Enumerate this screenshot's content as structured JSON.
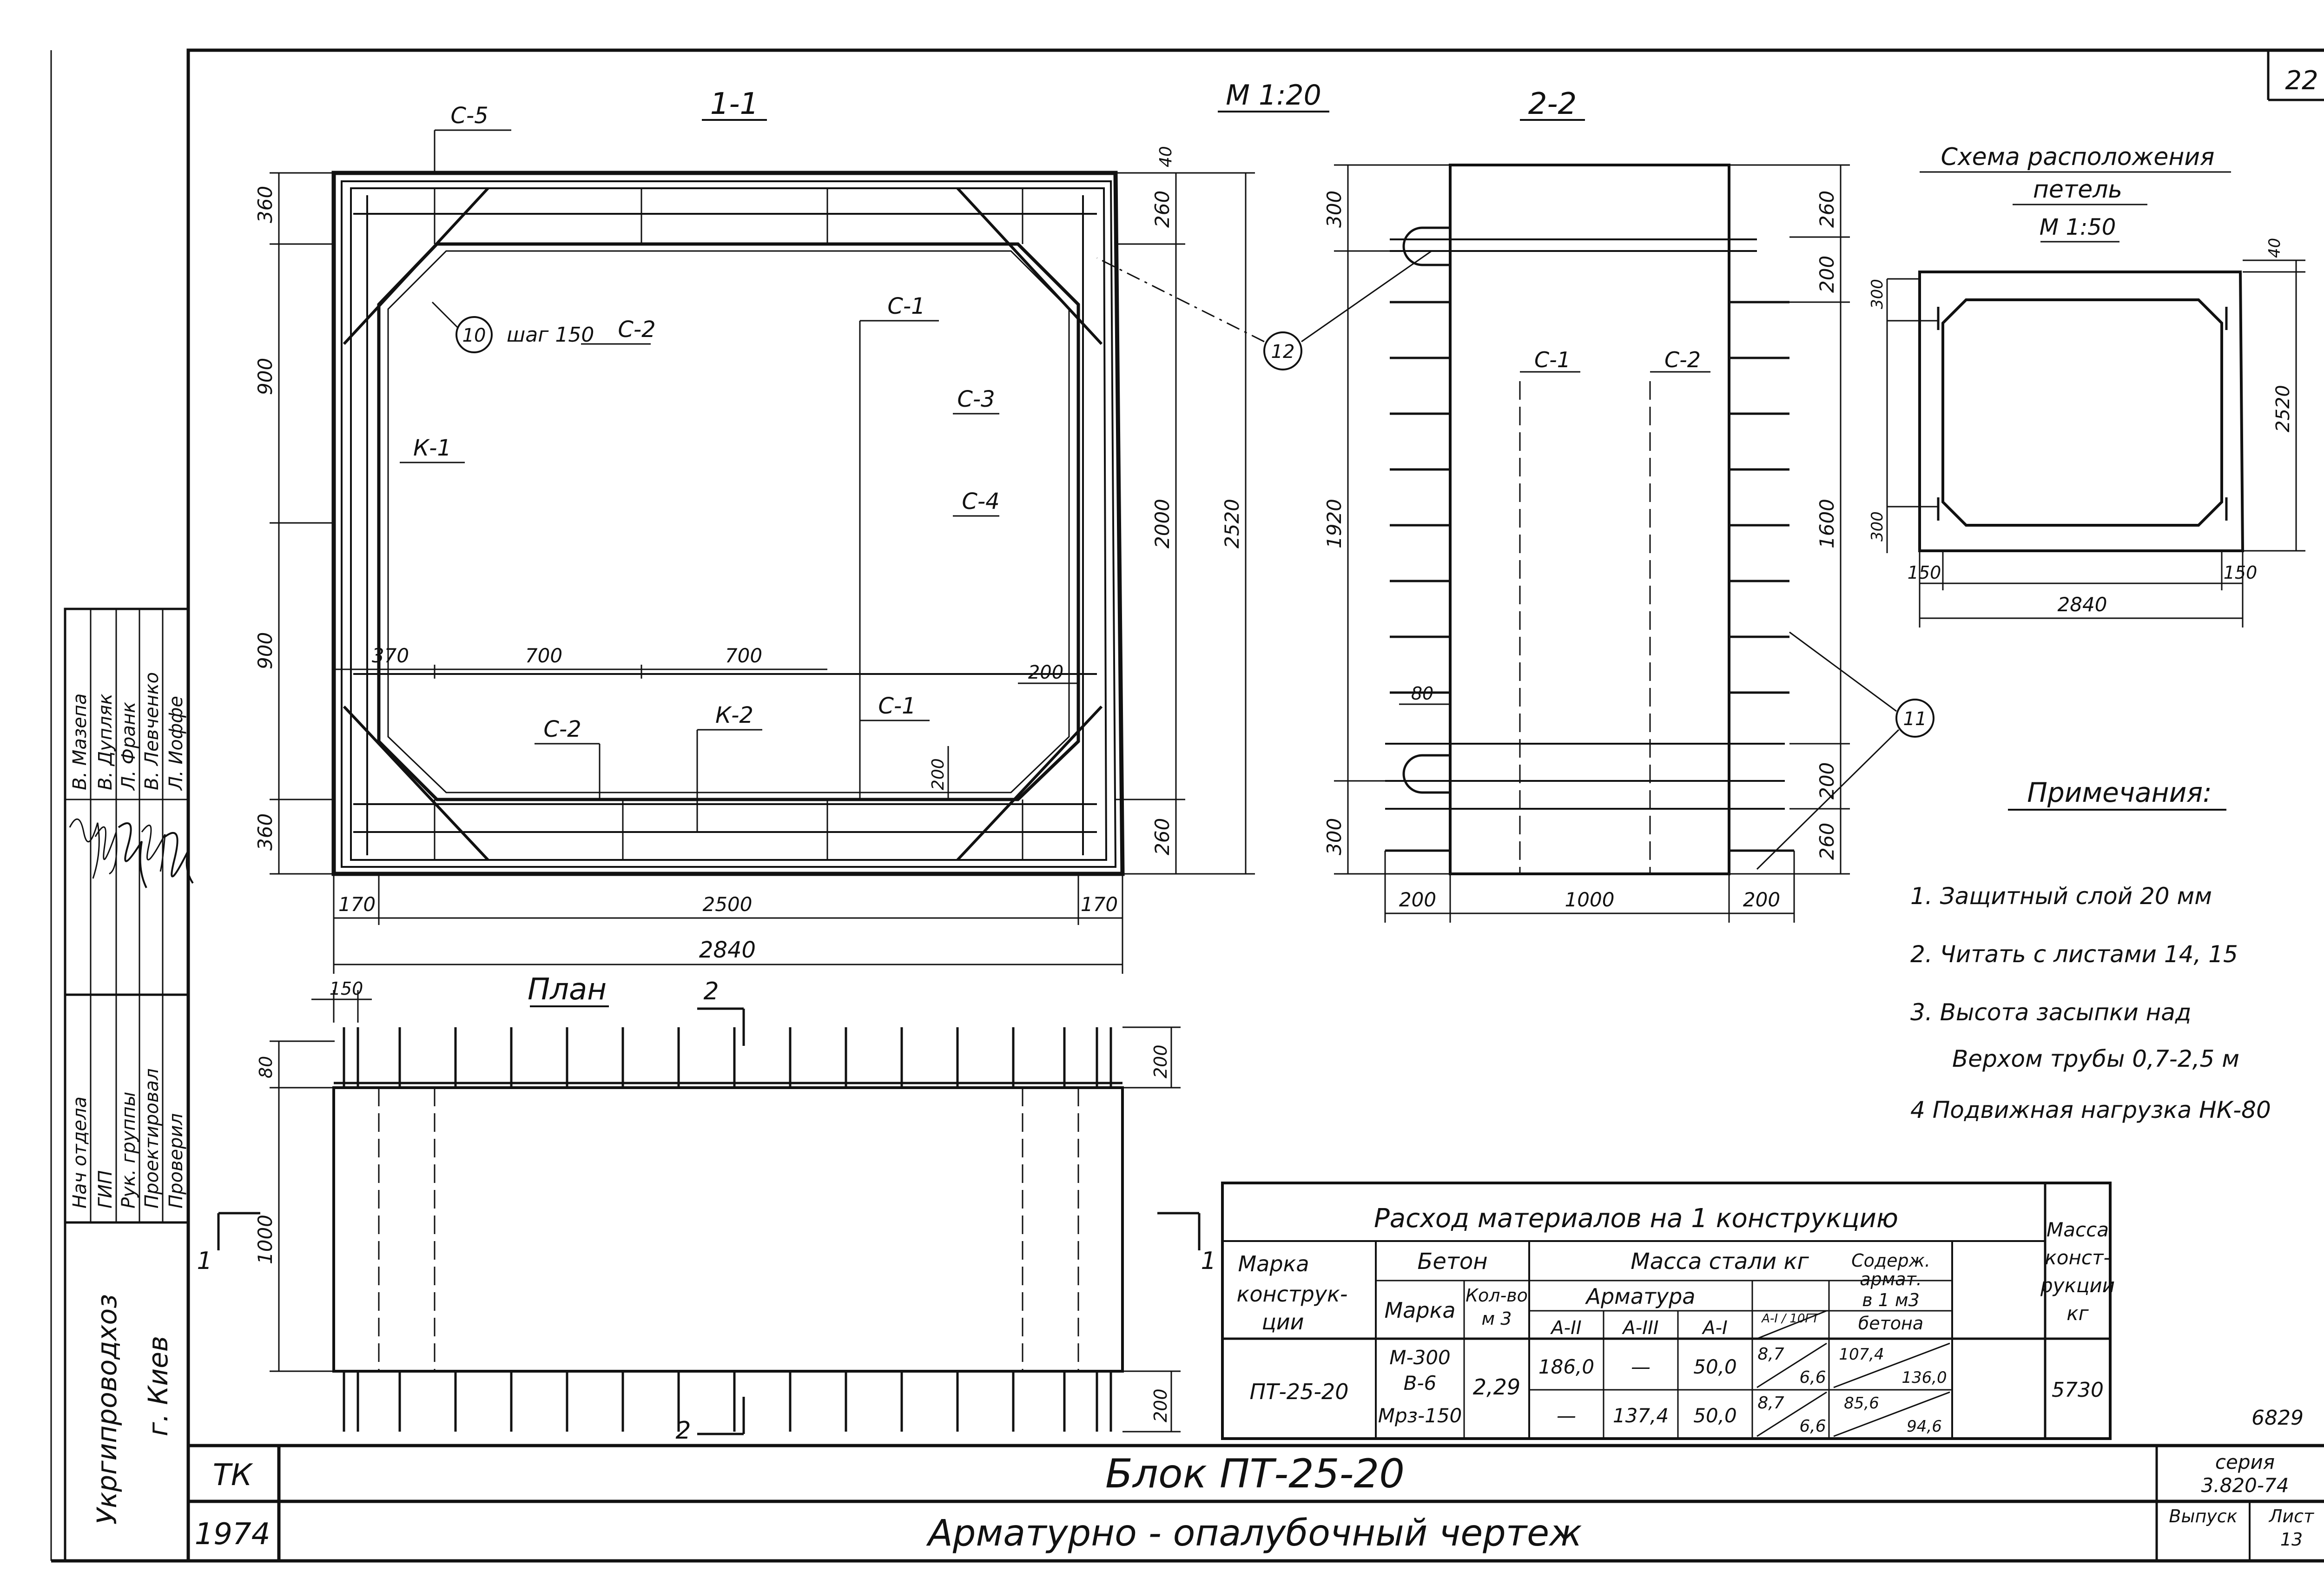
{
  "sheet": {
    "sheet_number": "22",
    "scale_main": "М 1:20",
    "org": "Укргипроводхоз",
    "city": "г. Киев",
    "stamp_tk": "ТК",
    "year": "1974",
    "title_main": "Блок   ПТ-25-20",
    "title_sub": "Арматурно - опалубочный   чертеж",
    "doc_number": "6829",
    "series_label": "серия",
    "series_value": "3.820-74",
    "issue_label": "Выпуск",
    "sheet_label": "Лист",
    "sheet_value": "13"
  },
  "staff": [
    {
      "role": "Нач отдела",
      "name": "В. Мазепа"
    },
    {
      "role": "ГИП",
      "name": "В. Дупляк"
    },
    {
      "role": "Рук. группы",
      "name": "Л. Франк"
    },
    {
      "role": "Проектировал",
      "name": "В. Левченко"
    },
    {
      "role": "Проверил",
      "name": "Л. Иоффе"
    }
  ],
  "section_1_1": {
    "title": "1-1",
    "dims_left": [
      "360",
      "900",
      "900",
      "360"
    ],
    "dims_right": [
      "40",
      "260",
      "2000",
      "2520",
      "260"
    ],
    "dims_bottom": [
      "170",
      "2500",
      "170",
      "2840"
    ],
    "dims_inner": [
      "370",
      "700",
      "700",
      "200",
      "200"
    ],
    "labels": [
      "С-5",
      "С-2",
      "С-1",
      "К-1",
      "С-3",
      "С-4",
      "С-2",
      "К-2",
      "С-1"
    ],
    "callout_10": "10",
    "callout_10_text": "шаг 150",
    "callout_12": "12"
  },
  "section_2_2": {
    "title": "2-2",
    "dims_left": [
      "300",
      "1920",
      "300"
    ],
    "dims_right": [
      "260",
      "200",
      "1600",
      "200",
      "260"
    ],
    "dims_bottom": [
      "200",
      "1000",
      "200"
    ],
    "dim_inner": "80",
    "labels": [
      "С-1",
      "С-2"
    ],
    "callout_11": "11"
  },
  "plan": {
    "title": "План",
    "cut_mark": "2",
    "cut_mark_side": "1",
    "dims": [
      "150",
      "80",
      "200",
      "1000",
      "200"
    ]
  },
  "loops_scheme": {
    "title_line1": "Схема расположения",
    "title_line2": "петель",
    "scale": "М 1:50",
    "dims": [
      "40",
      "300",
      "2520",
      "300",
      "150",
      "150",
      "2840"
    ]
  },
  "notes": {
    "title": "Примечания:",
    "items": [
      "1.  Защитный  слой  20 мм",
      "2.  Читать  с  листами  14, 15",
      "3.  Высота  засыпки  над",
      "Верхом  трубы  0,7-2,5 м",
      "4   Подвижная  нагрузка  НК-80"
    ]
  },
  "materials_table": {
    "title": "Расход  материалов   на   1  конструкцию",
    "col_mark": [
      "Марка",
      "конструк-",
      "ции"
    ],
    "col_concrete": "Бетон",
    "col_concrete_mark": "Марка",
    "col_concrete_vol": [
      "Кол-во",
      "м 3"
    ],
    "col_steel": "Масса  стали  кг",
    "col_rebar": "Арматура",
    "rebar_cols": [
      "А-II",
      "А-III",
      "А-I",
      "А-I / 10ГТ"
    ],
    "col_content": [
      "Содерж.",
      "армат.",
      "в 1 м3",
      "бетона"
    ],
    "col_mass": [
      "Масса",
      "конст-",
      "рукции",
      "кг"
    ],
    "row_mark": "ПТ-25-20",
    "concrete_mark": [
      "М-300",
      "В-6",
      "Мрз-150"
    ],
    "concrete_volume": "2,29",
    "rows": [
      {
        "a2": "186,0",
        "a3": "—",
        "a1": "50,0",
        "a1_10gt_a": "8,7",
        "a1_10gt_b": "6,6",
        "content_a": "107,4",
        "content_b": "136,0"
      },
      {
        "a2": "—",
        "a3": "137,4",
        "a1": "50,0",
        "a1_10gt_a": "8,7",
        "a1_10gt_b": "6,6",
        "content_a": "85,6",
        "content_b": "94,6"
      }
    ],
    "mass": "5730"
  }
}
